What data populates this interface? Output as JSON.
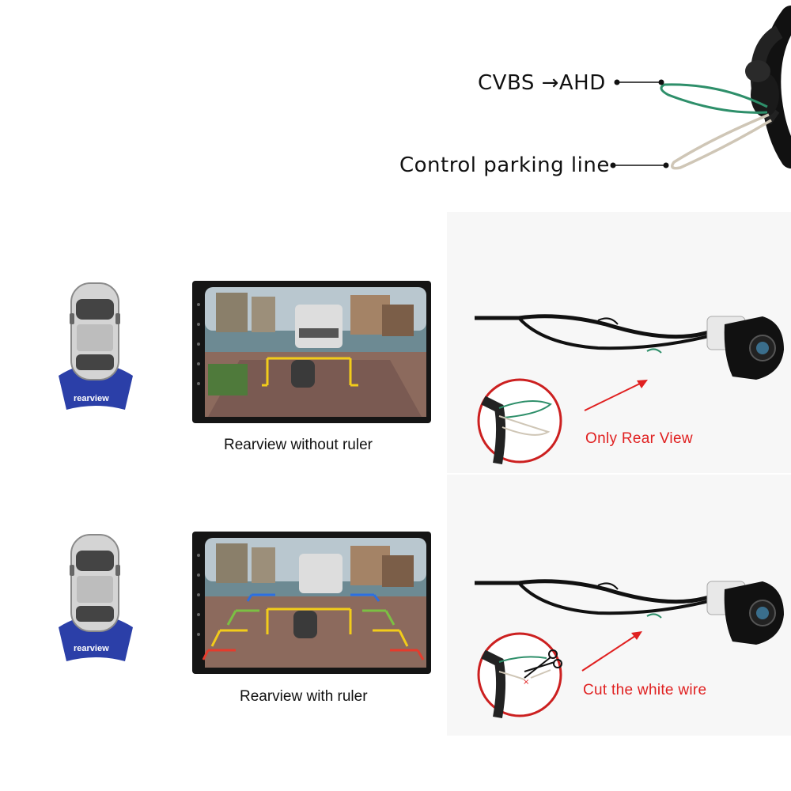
{
  "wire_diagram": {
    "labels": [
      "CVBS →AHD",
      "Control parking line"
    ]
  },
  "row_without_ruler": {
    "fan_label": "rearview",
    "caption": "Rearview without ruler",
    "note": "Only Rear View"
  },
  "row_with_ruler": {
    "fan_label": "rearview",
    "caption": "Rearview with ruler",
    "note": "Cut the white wire"
  },
  "colors": {
    "note_red": "#e02020",
    "fan_blue": "#2b3fa8",
    "wire_green": "#2e8f6a",
    "wire_white": "#cfc6b6",
    "guide_yellow": "#f2cc1a",
    "guide_blue": "#2d6fe0",
    "guide_green": "#7bc043",
    "guide_red": "#e53b2c"
  },
  "icons": [
    "car-top-view-icon",
    "rear-camera-icon",
    "scissors-icon",
    "arrow-icon",
    "loop-wire-icon"
  ]
}
